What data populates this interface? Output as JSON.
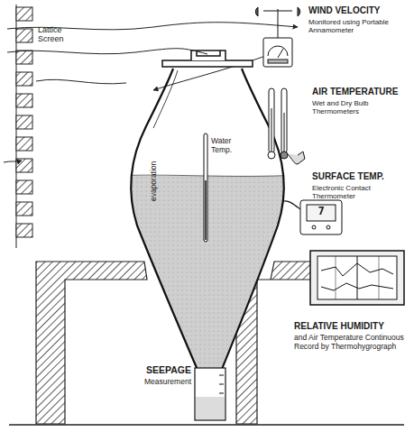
{
  "diagram": {
    "labels": [
      "Lattice Screen",
      "WIND VELOCITY",
      "Monitored using Portable Annamometer",
      "AIR TEMPERATURE",
      "Wet and Dry Bulb Thermometers",
      "Water Temp.",
      "evaporation",
      "SURFACE TEMP.",
      "Electronic Contact Thermometer",
      "7",
      "RELATIVE HUMIDITY",
      "and Air Temperature Continuous Record by Thermohygrograph",
      "SEEPAGE",
      "Measurement"
    ]
  }
}
